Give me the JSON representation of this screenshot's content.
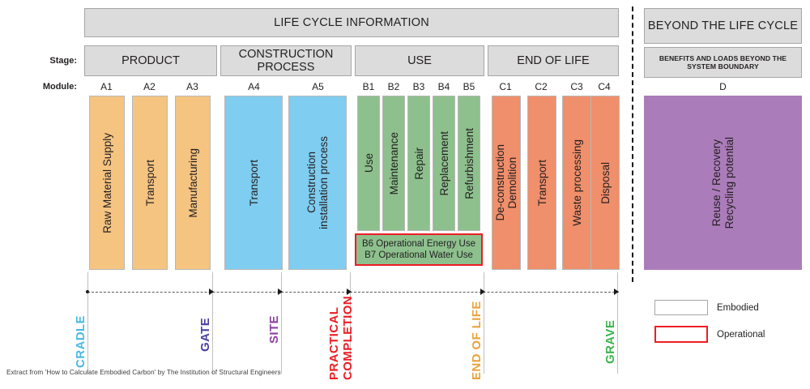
{
  "labels": {
    "stage_row": "Stage:",
    "module_row": "Module:"
  },
  "headers": {
    "life_cycle_information": "LIFE CYCLE INFORMATION",
    "beyond_the_life_cycle": "BEYOND THE LIFE CYCLE",
    "beyond_system_boundary": "BENEFITS AND LOADS BEYOND THE SYSTEM BOUNDARY"
  },
  "stages": [
    {
      "name": "PRODUCT"
    },
    {
      "name": "CONSTRUCTION PROCESS"
    },
    {
      "name": "USE"
    },
    {
      "name": "END OF LIFE"
    }
  ],
  "modules": [
    {
      "code": "A1",
      "label": "Raw Material Supply",
      "color": "#f5c481",
      "group": "product"
    },
    {
      "code": "A2",
      "label": "Transport",
      "color": "#f5c481",
      "group": "product"
    },
    {
      "code": "A3",
      "label": "Manufacturing",
      "color": "#f5c481",
      "group": "product"
    },
    {
      "code": "A4",
      "label": "Transport",
      "color": "#7fcdf0",
      "group": "construction"
    },
    {
      "code": "A5",
      "label": "Construction\ninstallation process",
      "color": "#7fcdf0",
      "group": "construction"
    },
    {
      "code": "B1",
      "label": "Use",
      "color": "#8dc08d",
      "group": "use"
    },
    {
      "code": "B2",
      "label": "Maintenance",
      "color": "#8dc08d",
      "group": "use"
    },
    {
      "code": "B3",
      "label": "Repair",
      "color": "#8dc08d",
      "group": "use"
    },
    {
      "code": "B4",
      "label": "Replacement",
      "color": "#8dc08d",
      "group": "use"
    },
    {
      "code": "B5",
      "label": "Refurbishment",
      "color": "#8dc08d",
      "group": "use"
    },
    {
      "code": "C1",
      "label": "De-construction\nDemolition",
      "color": "#f08f6b",
      "group": "endoflife"
    },
    {
      "code": "C2",
      "label": "Transport",
      "color": "#f08f6b",
      "group": "endoflife"
    },
    {
      "code": "C3",
      "label": "Waste processing",
      "color": "#f08f6b",
      "group": "endoflife"
    },
    {
      "code": "C4",
      "label": "Disposal",
      "color": "#f08f6b",
      "group": "endoflife"
    },
    {
      "code": "D",
      "label": "Reuse / Recovery\nRecycling potential",
      "color": "#ab7cba",
      "group": "beyond"
    }
  ],
  "operational_box": {
    "line1": "B6 Operational Energy Use",
    "line2": "B7 Operational Water Use"
  },
  "timeline": [
    {
      "label": "CRADLE",
      "color": "#4ab8e8"
    },
    {
      "label": "GATE",
      "color": "#4a3fa0"
    },
    {
      "label": "SITE",
      "color": "#8e3fa0"
    },
    {
      "label": "PRACTICAL\nCOMPLETION",
      "color": "#ee1c25"
    },
    {
      "label": "END OF LIFE",
      "color": "#e8a33d"
    },
    {
      "label": "GRAVE",
      "color": "#3cb44b"
    }
  ],
  "legend": [
    {
      "key": "embodied",
      "label": "Embodied"
    },
    {
      "key": "operational",
      "label": "Operational"
    }
  ],
  "footer": {
    "text": "Extract from 'How to Calculate Embodied Carbon' by The Institution of Structural Engineers"
  },
  "colors": {
    "grey_fill": "#dcdcdc",
    "grey_border": "#a6a6a6",
    "product": "#f5c481",
    "construction": "#7fcdf0",
    "use": "#8dc08d",
    "endoflife": "#f08f6b",
    "beyond": "#ab7cba",
    "operational_red": "#ee1c25"
  }
}
